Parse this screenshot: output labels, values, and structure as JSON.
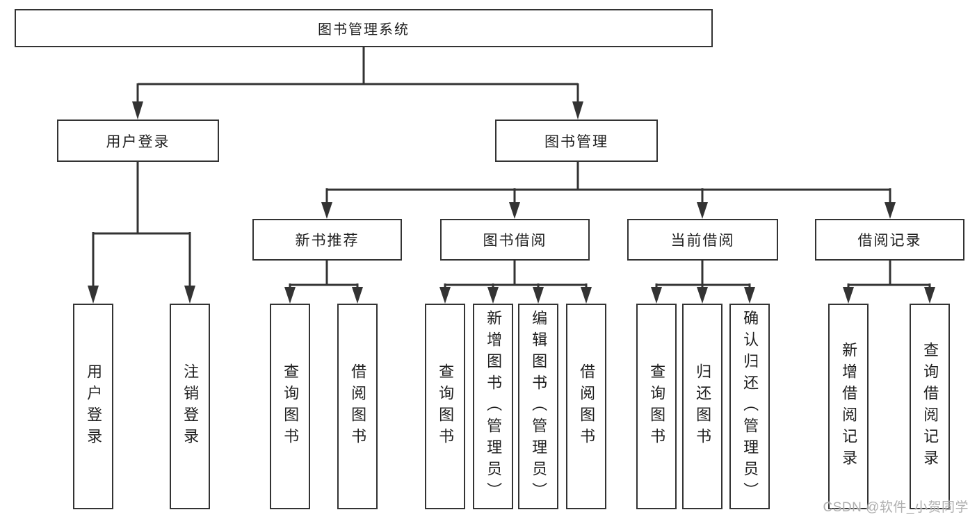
{
  "tree": {
    "root": {
      "label": "图书管理系统"
    },
    "branches": [
      {
        "label": "用户登录",
        "children": [
          {
            "label": "用户登录"
          },
          {
            "label": "注销登录"
          }
        ]
      },
      {
        "label": "图书管理",
        "children": [
          {
            "label": "新书推荐",
            "children": [
              {
                "label": "查询图书"
              },
              {
                "label": "借阅图书"
              }
            ]
          },
          {
            "label": "图书借阅",
            "children": [
              {
                "label": "查询图书"
              },
              {
                "label": "新增图书（管理员）"
              },
              {
                "label": "编辑图书（管理员）"
              },
              {
                "label": "借阅图书"
              }
            ]
          },
          {
            "label": "当前借阅",
            "children": [
              {
                "label": "查询图书"
              },
              {
                "label": "归还图书"
              },
              {
                "label": "确认归还（管理员）"
              }
            ]
          },
          {
            "label": "借阅记录",
            "children": [
              {
                "label": "新增借阅记录"
              },
              {
                "label": "查询借阅记录"
              }
            ]
          }
        ]
      }
    ]
  },
  "watermark": {
    "text": "CSDN @软件_小贺同学"
  },
  "colors": {
    "line": "#333333",
    "text": "#1f1f1f",
    "box_background": "#ffffff",
    "watermark": "#a8a8a8"
  }
}
